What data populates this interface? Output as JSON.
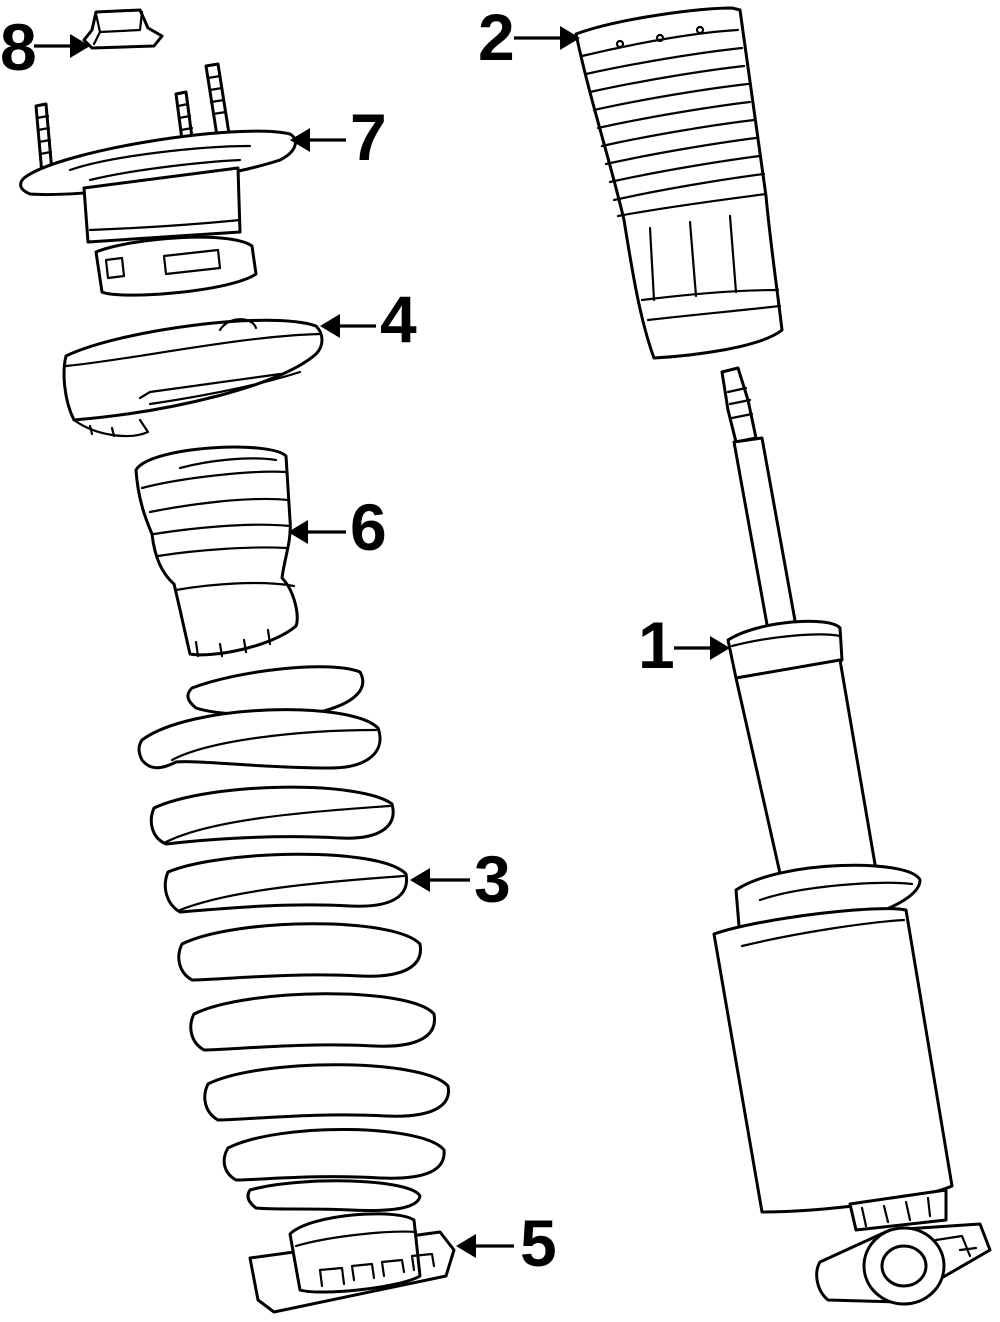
{
  "colors": {
    "line": "#000000",
    "background": "#ffffff"
  },
  "callouts": [
    {
      "id": "1",
      "label": "1"
    },
    {
      "id": "2",
      "label": "2"
    },
    {
      "id": "3",
      "label": "3"
    },
    {
      "id": "4",
      "label": "4"
    },
    {
      "id": "5",
      "label": "5"
    },
    {
      "id": "6",
      "label": "6"
    },
    {
      "id": "7",
      "label": "7"
    },
    {
      "id": "8",
      "label": "8"
    }
  ]
}
